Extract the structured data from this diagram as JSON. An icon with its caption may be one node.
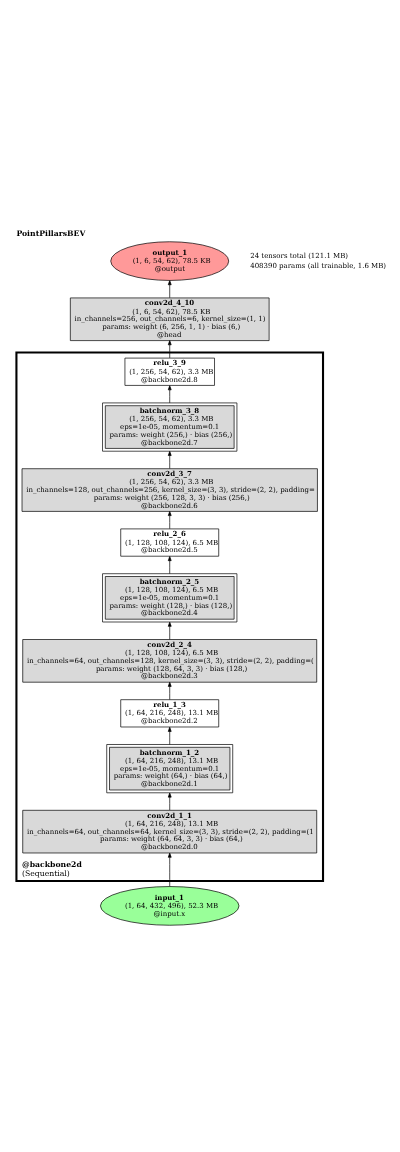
{
  "diagram": {
    "title": "PointPillarsBEV",
    "nodes": [
      {
        "text": [
          "output_1",
          "(1, 6, 54, 62), 78.5 KB",
          "@output"
        ]
      },
      {
        "text": [
          "conv2d_4_10",
          "(1, 6, 54, 62), 78.5 KB",
          "in_channels=256, out_channels=6, kernel_size=(1, 1)",
          "params: weight (6, 256, 1, 1) · bias (6,)",
          "@head"
        ]
      },
      {
        "text": [
          "@backbone2d",
          "(Sequential)"
        ]
      },
      {
        "text": [
          "relu_3_9",
          "(1, 256, 54, 62), 3.3 MB",
          "@backbone2d.8"
        ],
        "in": 2
      },
      {
        "text": [
          "batchnorm_3_8",
          "(1, 256, 54, 62), 3.3 MB",
          "eps=1e-05, momentum=0.1",
          "params: weight (256,) · bias (256,)",
          "@backbone2d.7"
        ],
        "in": 2
      },
      {
        "text": [
          "conv2d_3_7",
          "(1, 256, 54, 62), 3.3 MB",
          "in_channels=128, out_channels=256, kernel_size=(3, 3), stride=(2, 2), padding=",
          "params: weight (256, 128, 3, 3) · bias (256,)",
          "@backbone2d.6"
        ],
        "in": 2
      },
      {
        "text": [
          "relu_2_6",
          "(1, 128, 108, 124), 6.5 MB",
          "@backbone2d.5"
        ],
        "in": 2
      },
      {
        "text": [
          "batchnorm_2_5",
          "(1, 128, 108, 124), 6.5 MB",
          "eps=1e-05, momentum=0.1",
          "params: weight (128,) · bias (128,)",
          "@backbone2d.4"
        ],
        "in": 2
      },
      {
        "text": [
          "conv2d_2_4",
          "(1, 128, 108, 124), 6.5 MB",
          "in_channels=64, out_channels=128, kernel_size=(3, 3), stride=(2, 2), padding=(",
          "params: weight (128, 64, 3, 3) · bias (128,)",
          "@backbone2d.3"
        ],
        "in": 2
      },
      {
        "text": [
          "relu_1_3",
          "(1, 64, 216, 248), 13.1 MB",
          "@backbone2d.2"
        ],
        "in": 2
      },
      {
        "text": [
          "batchnorm_1_2",
          "(1, 64, 216, 248), 13.1 MB",
          "eps=1e-05, momentum=0.1",
          "params: weight (64,) · bias (64,)",
          "@backbone2d.1"
        ],
        "in": 2
      },
      {
        "text": [
          "conv2d_1_1",
          "(1, 64, 216, 248), 13.1 MB",
          "in_channels=64, out_channels=64, kernel_size=(3, 3), stride=(2, 2), padding=(1",
          "params: weight (64, 64, 3, 3) · bias (64,)",
          "@backbone2d.0"
        ],
        "in": 2
      },
      {
        "text": [
          "input_1",
          "(1, 64, 432, 496), 52.3 MB",
          "@input.x"
        ]
      }
    ],
    "edges": [
      {
        "from": 12,
        "to": 11,
        "arrow": "to"
      },
      {
        "from": 11,
        "to": 10,
        "arrow": "to"
      },
      {
        "from": 10,
        "to": 9,
        "arrow": "to"
      },
      {
        "from": 9,
        "to": 8,
        "arrow": "to"
      },
      {
        "from": 8,
        "to": 7,
        "arrow": "to"
      },
      {
        "from": 7,
        "to": 6,
        "arrow": "to"
      },
      {
        "from": 6,
        "to": 5,
        "arrow": "to"
      },
      {
        "from": 5,
        "to": 4,
        "arrow": "to"
      },
      {
        "from": 4,
        "to": 3,
        "arrow": "to"
      },
      {
        "from": 3,
        "to": 1,
        "arrow": "to"
      },
      {
        "from": 1,
        "to": 0,
        "arrow": "to"
      }
    ],
    "labels": [
      "24 tensors total (121.1 MB)",
      "408390 params (all trainable, 1.6 MB)"
    ]
  }
}
